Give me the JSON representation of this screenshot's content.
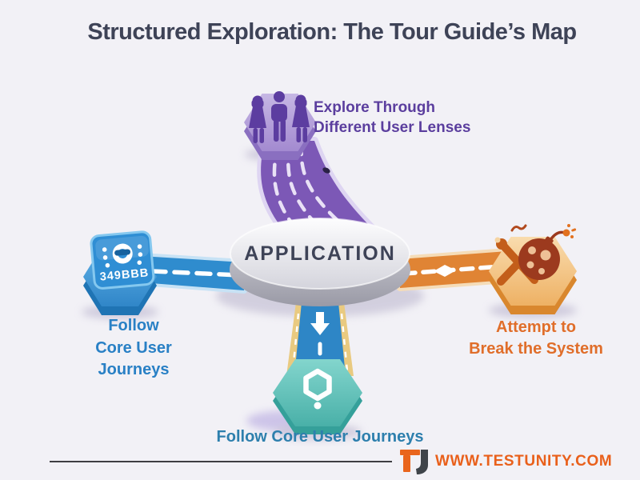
{
  "title": "Structured Exploration: The Tour Guide’s Map",
  "center": {
    "label": "APPLICATION"
  },
  "branches": {
    "top": {
      "label": "Explore Through\nDifferent User Lenses",
      "icon": "three-users-icon",
      "accent_color": "#5b3e9e",
      "road_color": "#7c58b6"
    },
    "left": {
      "label": "Follow\nCore User\nJourneys",
      "icon": "road-sign-349BBB-icon",
      "sign_text": "349BBB",
      "accent_color": "#2980c5",
      "road_color": "#2f8cce"
    },
    "right": {
      "label": "Attempt to\nBreak the System",
      "icon": "bomb-and-wrench-icon",
      "accent_color": "#e06e2a",
      "road_color": "#e08434"
    },
    "bottom": {
      "label": "Follow Core User Journeys",
      "icon": "hex-pin-icon",
      "accent_color": "#2d7fad",
      "road_color": "#2e86c6"
    }
  },
  "footer": {
    "logo": "TU",
    "url": "WWW.TESTUNITY.COM",
    "url_color": "#e9601b"
  },
  "colors": {
    "background": "#f2f1f6",
    "title": "#3e4357",
    "platform_gray": "#d7d7de"
  }
}
